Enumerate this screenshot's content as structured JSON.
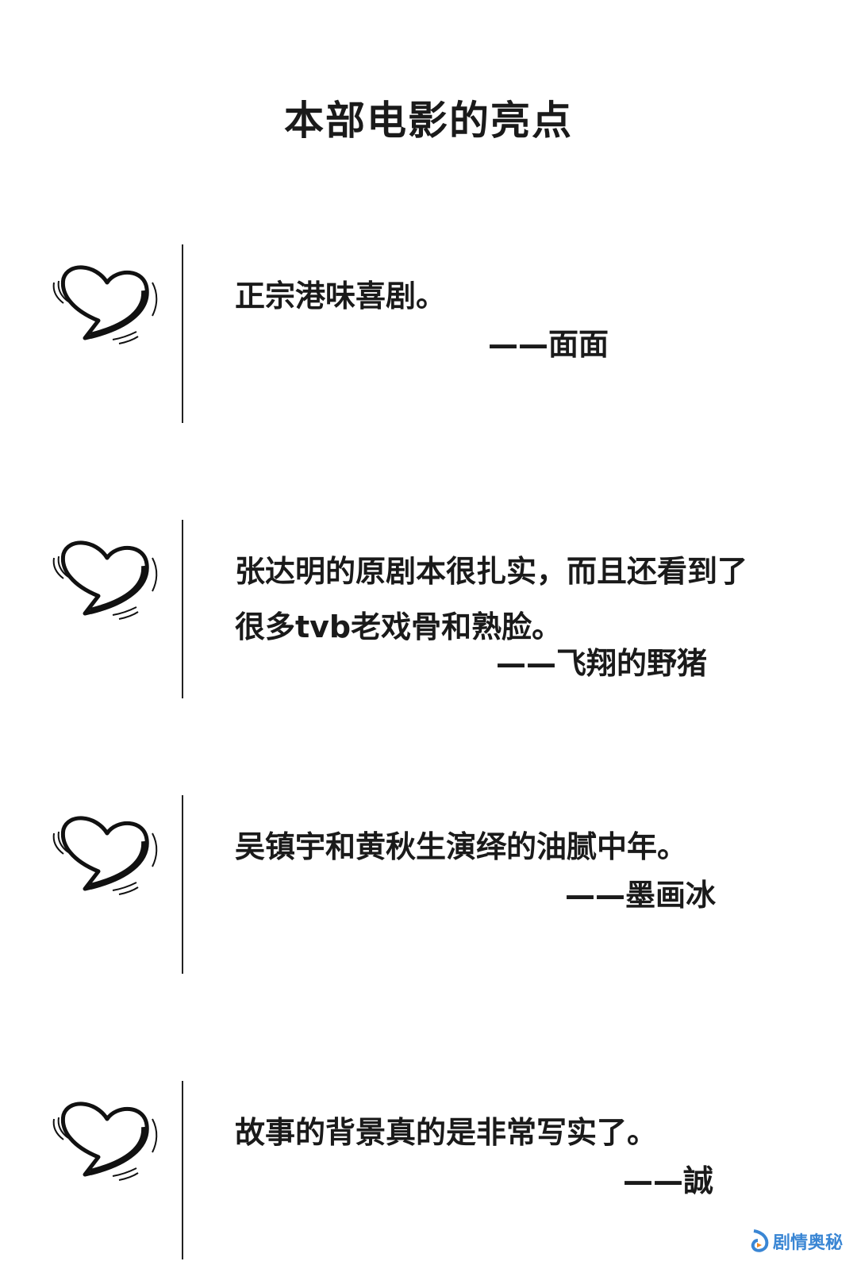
{
  "title": "本部电影的亮点",
  "reviews": [
    {
      "quote": "正宗港味喜剧。",
      "author": "——面面"
    },
    {
      "quote": "张达明的原剧本很扎实，而且还看到了很多tvb老戏骨和熟脸。",
      "author": "——飞翔的野猪"
    },
    {
      "quote": "吴镇宇和黄秋生演绎的油腻中年。",
      "author": "——墨画冰"
    },
    {
      "quote": "故事的背景真的是非常写实了。",
      "author": "——誠"
    }
  ],
  "watermark": "剧情奥秘",
  "colors": {
    "text": "#1a1a1a",
    "watermark": "#3a86d4"
  }
}
